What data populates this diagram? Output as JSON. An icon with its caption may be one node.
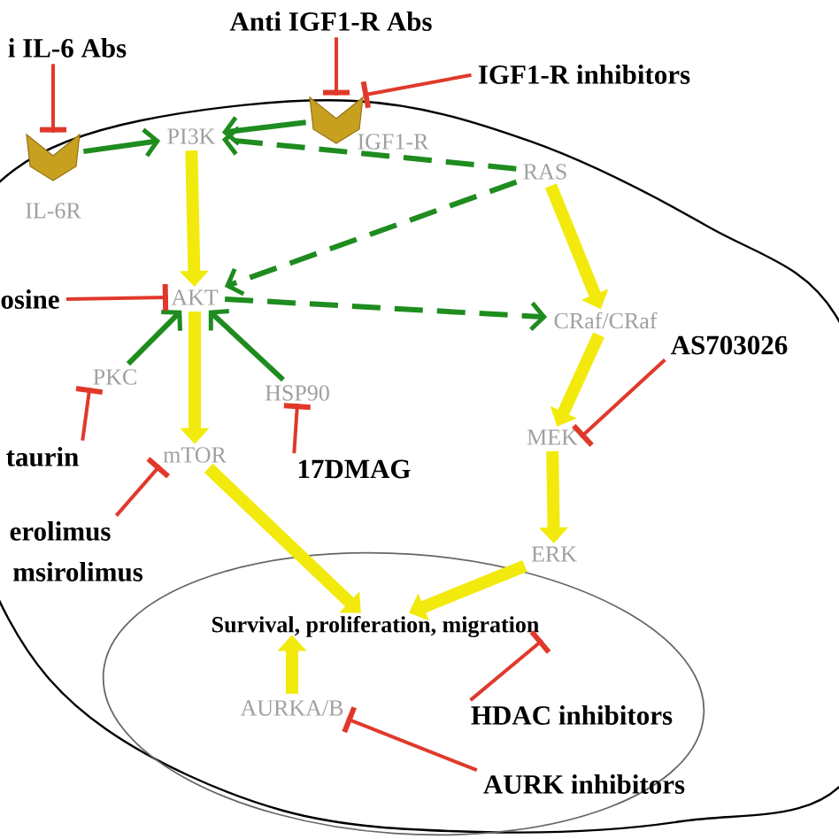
{
  "diagram": {
    "nodes": [
      {
        "text": [
          "i IL-6 Abs"
        ]
      },
      {
        "text": [
          "Anti IGF1-R Abs"
        ]
      },
      {
        "text": [
          "IGF1-R inhibitors"
        ]
      },
      {
        "text": [],
        "shape": "chevron",
        "beside": [
          "IL-6R"
        ]
      },
      {
        "text": [],
        "shape": "chevron",
        "beside": [
          "IGF1-R"
        ]
      },
      {
        "text": [
          "PI3K"
        ]
      },
      {
        "text": [
          "RAS"
        ]
      },
      {
        "text": [
          "osine"
        ]
      },
      {
        "text": [
          "AKT"
        ]
      },
      {
        "text": [
          "CRaf/CRaf"
        ]
      },
      {
        "text": [
          "AS703026"
        ]
      },
      {
        "text": [
          "PKC"
        ]
      },
      {
        "text": [
          "HSP90"
        ]
      },
      {
        "text": [
          "MEK"
        ]
      },
      {
        "text": [
          "taurin"
        ]
      },
      {
        "text": [
          "mTOR"
        ]
      },
      {
        "text": [
          "17DMAG"
        ]
      },
      {
        "text": [
          "erolimus"
        ]
      },
      {
        "text": [
          "ERK"
        ]
      },
      {
        "text": [],
        "shape": "ellipse"
      },
      {
        "text": [
          "Survival, proliferation, migration"
        ],
        "in": 19
      },
      {
        "text": [
          "AURKA/B"
        ],
        "in": 19
      },
      {
        "text": [
          "HDAC inhibitors"
        ],
        "in": 19
      },
      {
        "text": [
          "AURK inhibitors"
        ],
        "in": 19
      }
    ],
    "edges": [
      {
        "from": 0,
        "to": 3,
        "arrow": "other"
      },
      {
        "from": 1,
        "to": 4,
        "arrow": "other"
      },
      {
        "from": 2,
        "to": 4,
        "arrow": "other"
      },
      {
        "from": 3,
        "to": 5,
        "arrow": "to",
        "color": "#1e8c1e"
      },
      {
        "from": 4,
        "to": 5,
        "arrow": "to",
        "color": "#1e8c1e"
      },
      {
        "from": 6,
        "to": 5,
        "arrow": "to",
        "style": "dashed",
        "color": "#1e8c1e"
      },
      {
        "from": 6,
        "to": 8,
        "arrow": "to",
        "style": "dashed",
        "color": "#1e8c1e"
      },
      {
        "from": 8,
        "to": 9,
        "arrow": "to",
        "style": "dashed",
        "color": "#1e8c1e"
      },
      {
        "from": 11,
        "to": 8,
        "arrow": "to",
        "color": "#1e8c1e"
      },
      {
        "from": 12,
        "to": 8,
        "arrow": "to",
        "color": "#1e8c1e"
      },
      {
        "from": 5,
        "to": 8,
        "arrow": "to",
        "style": "thick",
        "color": "#f2ea0c"
      },
      {
        "from": 6,
        "to": 9,
        "arrow": "to",
        "style": "thick",
        "color": "#f2ea0c"
      },
      {
        "from": 9,
        "to": 13,
        "arrow": "to",
        "style": "thick",
        "color": "#f2ea0c"
      },
      {
        "from": 13,
        "to": 18,
        "arrow": "to",
        "style": "thick",
        "color": "#f2ea0c"
      },
      {
        "from": 8,
        "to": 15,
        "arrow": "to",
        "style": "thick",
        "color": "#f2ea0c"
      },
      {
        "from": 15,
        "to": 20,
        "arrow": "to",
        "style": "thick",
        "color": "#f2ea0c"
      },
      {
        "from": 18,
        "to": 20,
        "arrow": "to",
        "style": "thick",
        "color": "#f2ea0c"
      },
      {
        "from": 21,
        "to": 20,
        "arrow": "to",
        "style": "thick",
        "color": "#f2ea0c"
      },
      {
        "from": 7,
        "to": 8,
        "arrow": "other"
      },
      {
        "from": 10,
        "to": 13,
        "arrow": "other"
      },
      {
        "from": 14,
        "to": 11,
        "arrow": "other"
      },
      {
        "from": 16,
        "to": 12,
        "arrow": "other"
      },
      {
        "from": 17,
        "to": 15,
        "arrow": "other"
      },
      {
        "from": 22,
        "to": 20,
        "arrow": "other"
      },
      {
        "from": 23,
        "to": 21,
        "arrow": "other"
      }
    ],
    "labels": [
      "msirolimus"
    ]
  }
}
